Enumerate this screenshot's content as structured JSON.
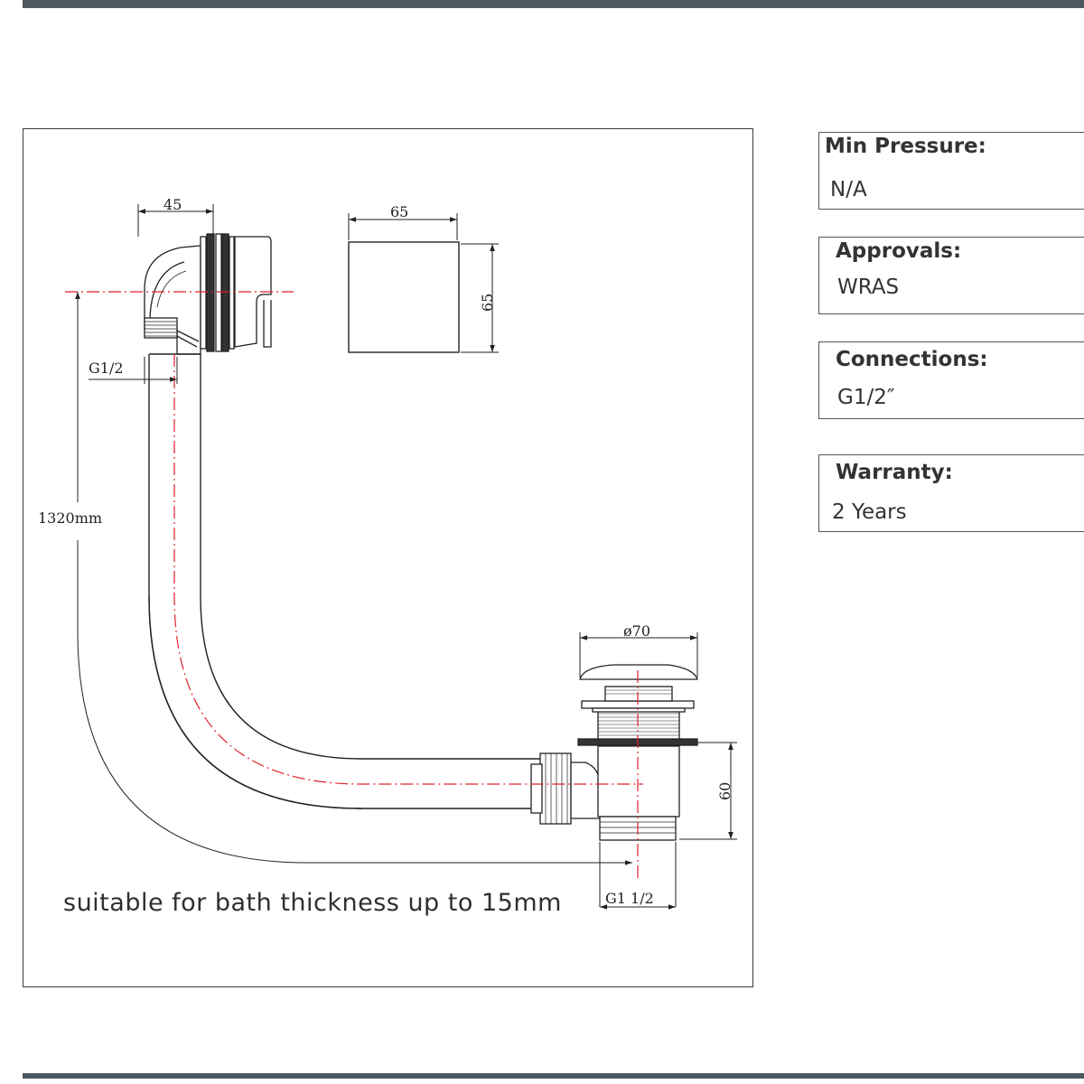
{
  "drawing": {
    "dimensions": {
      "overflow_width": "45",
      "cover_width": "65",
      "cover_height": "65",
      "overflow_thread": "G1/2",
      "cable_length": "1320mm",
      "waste_diameter": "ø70",
      "waste_height": "60",
      "waste_thread": "G1 1/2"
    },
    "caption": "suitable for bath thickness up to 15mm"
  },
  "specs": [
    {
      "label": "Min Pressure:",
      "value": "N/A"
    },
    {
      "label": "Approvals:",
      "value": "WRAS"
    },
    {
      "label": "Connections:",
      "value": "G1/2″"
    },
    {
      "label": "Warranty:",
      "value": "2 Years"
    }
  ],
  "colors": {
    "accent_bar": "#4d5760",
    "centerline": "#e0202a",
    "line": "#222222"
  }
}
